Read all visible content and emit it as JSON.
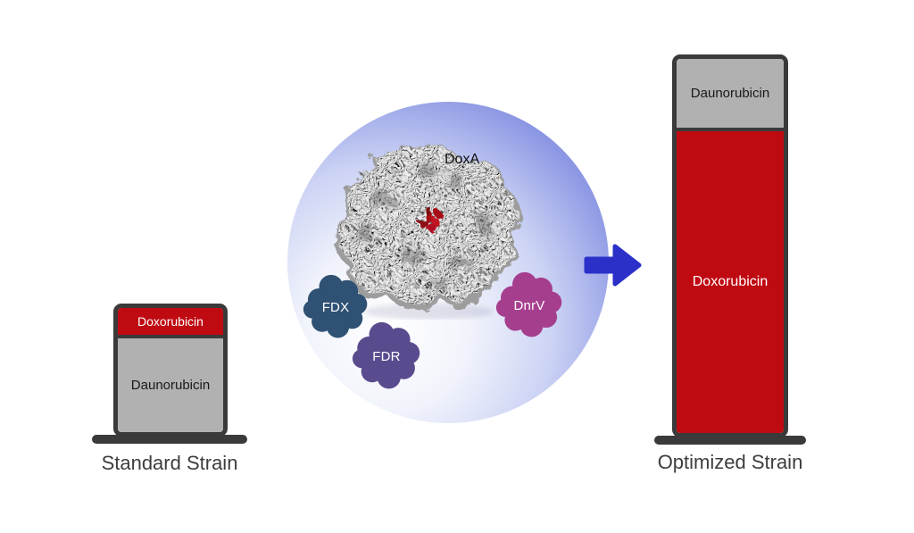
{
  "figure": {
    "standard_strain": {
      "title": "Standard Strain",
      "top_segment_label": "Doxorubicin",
      "bottom_segment_label": "Daunorubicin"
    },
    "optimized_strain": {
      "title": "Optimized Strain",
      "top_segment_label": "Daunorubicin",
      "bottom_segment_label": "Doxorubicin"
    },
    "pathway": {
      "enzyme_label": "DoxA",
      "partner_labels": [
        "FDX",
        "FDR",
        "DnrV"
      ]
    }
  },
  "colors": {
    "doxorubicin-red": "#bf0a12",
    "daunorubicin-gray": "#b1b1b1",
    "bar-border": "#3a3a3a",
    "arrow-blue": "#2b30c8",
    "fdx-blue": "#2f5174",
    "fdr-purple": "#5a4b8e",
    "dnrv-magenta": "#a63e8e",
    "halo-blue": "#5260ce"
  }
}
